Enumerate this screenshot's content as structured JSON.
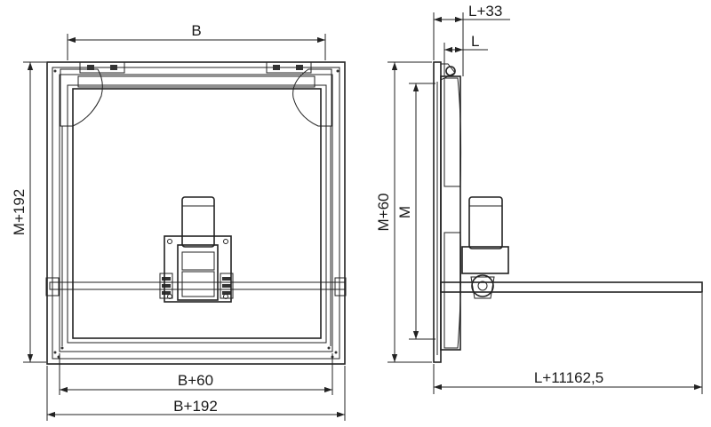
{
  "dimensions": {
    "front_width": "B",
    "front_height_outer": "M+192",
    "front_width_inner": "B+60",
    "front_width_outer": "B+192",
    "side_height_outer": "M+60",
    "side_height_inner": "M",
    "side_depth_top": "L+33",
    "side_depth_small": "L",
    "side_total_length": "L+11162,5"
  },
  "colors": {
    "line": "#222222",
    "panel_fill": "#e6e6e6",
    "motor_fill": "#cfcfcf",
    "hatch": "#555555"
  }
}
